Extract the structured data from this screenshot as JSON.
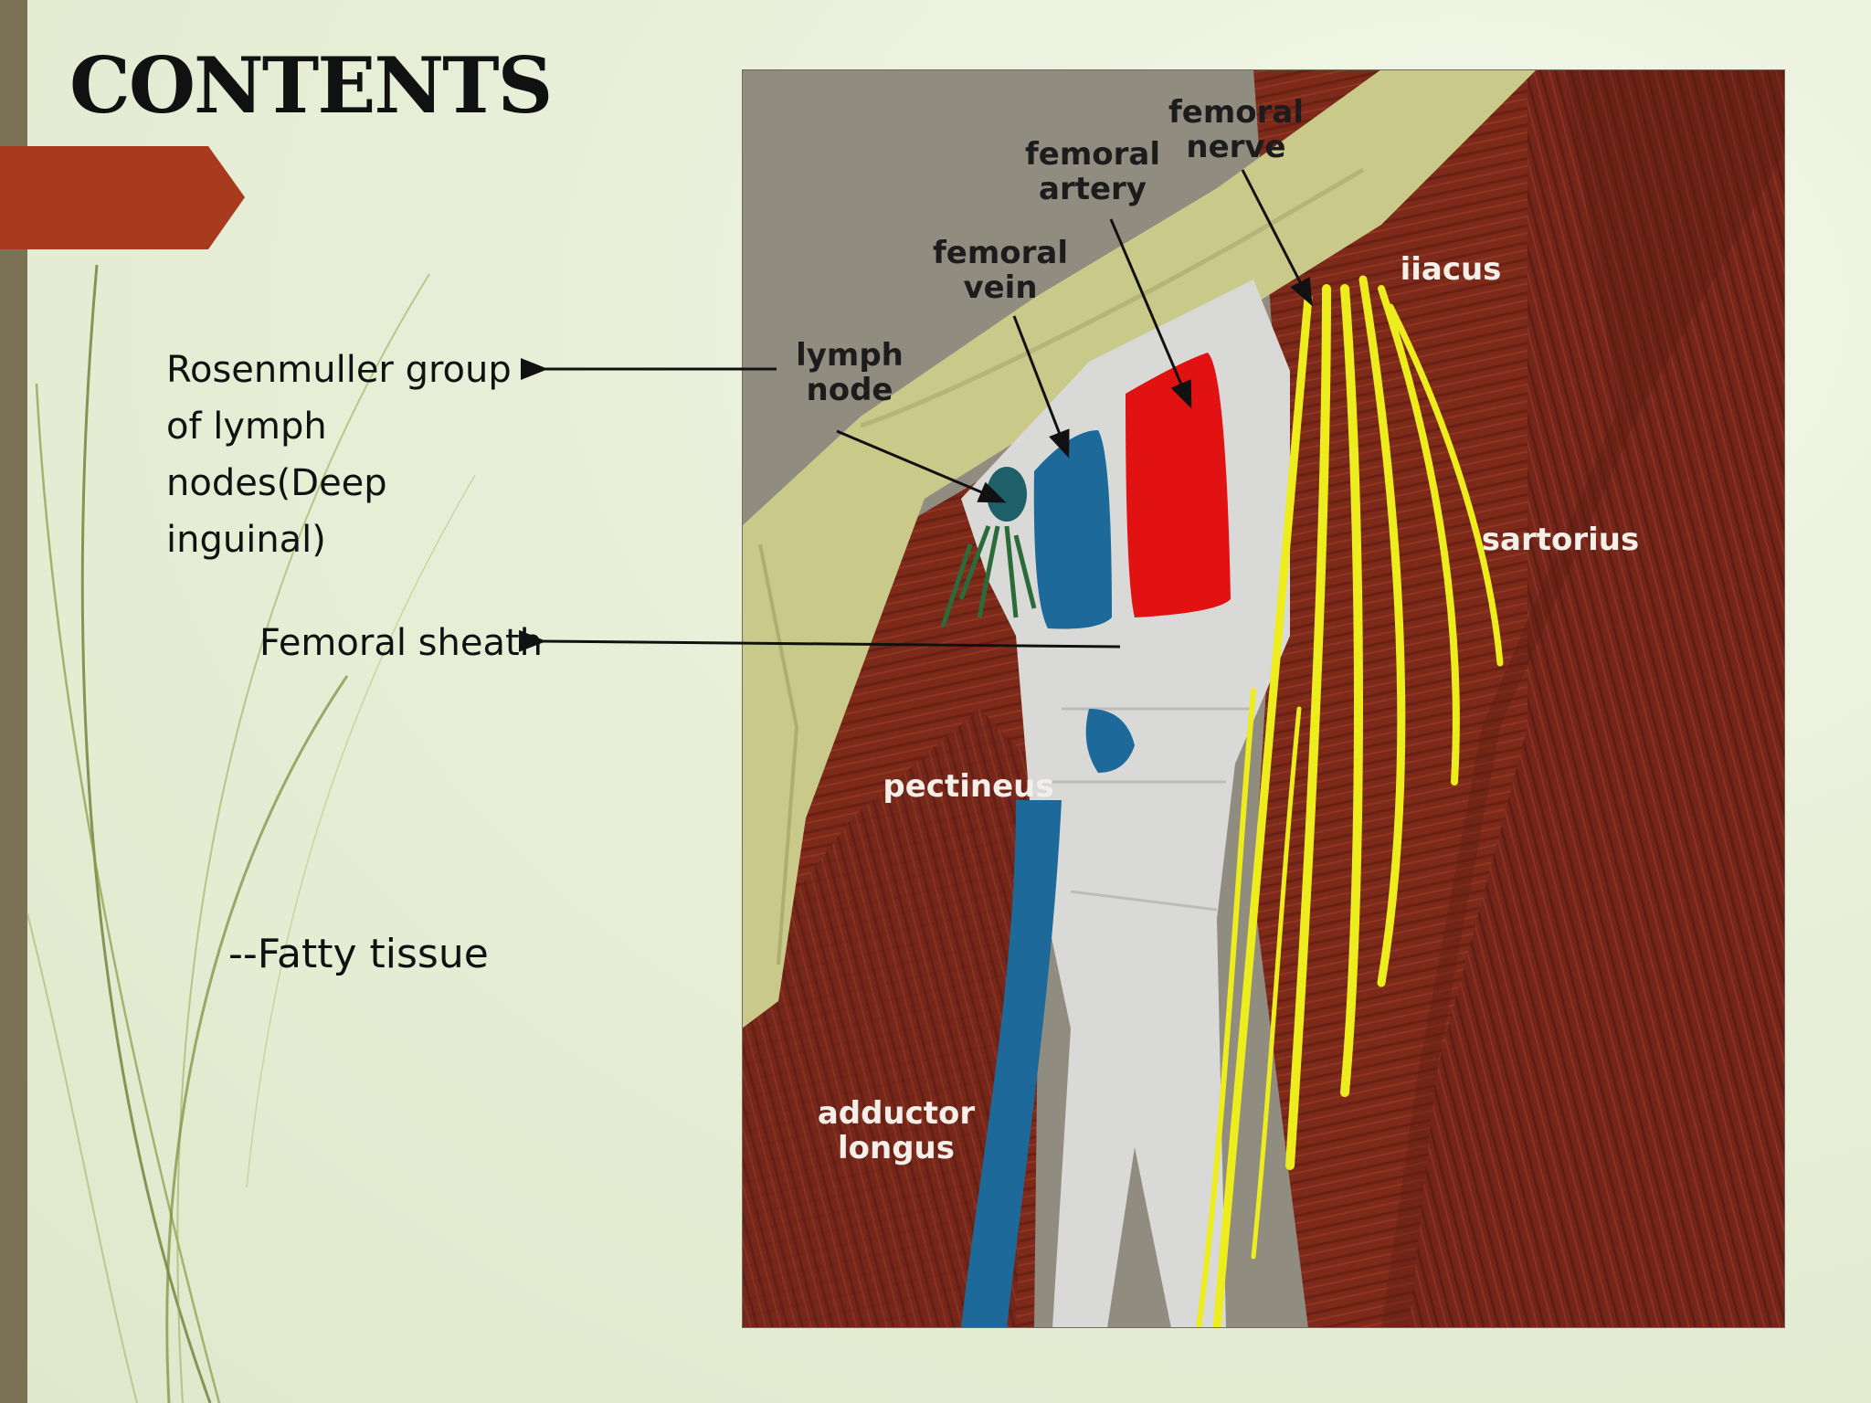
{
  "slide": {
    "title": "CONTENTS",
    "labels": {
      "rosenmuller": "Rosenmuller group of lymph nodes(Deep inguinal)",
      "femoral_sheath": "Femoral sheath",
      "fatty_tissue": "--Fatty tissue"
    }
  },
  "figure": {
    "femoral_nerve": "femoral nerve",
    "femoral_artery": "femoral artery",
    "femoral_vein": "femoral vein",
    "lymph_node": "lymph node",
    "iliacus": "iiacus",
    "sartorius": "sartorius",
    "pectineus": "pectineus",
    "adductor_longus": "adductor longus"
  },
  "colors": {
    "accent_banner": "#a83a1e",
    "left_bar": "#7b7255",
    "artery": "#e21212",
    "vein": "#1d6a9a",
    "nerve": "#eded1e",
    "muscle": "#7d2a1a",
    "sheath": "#d9d9d7"
  }
}
